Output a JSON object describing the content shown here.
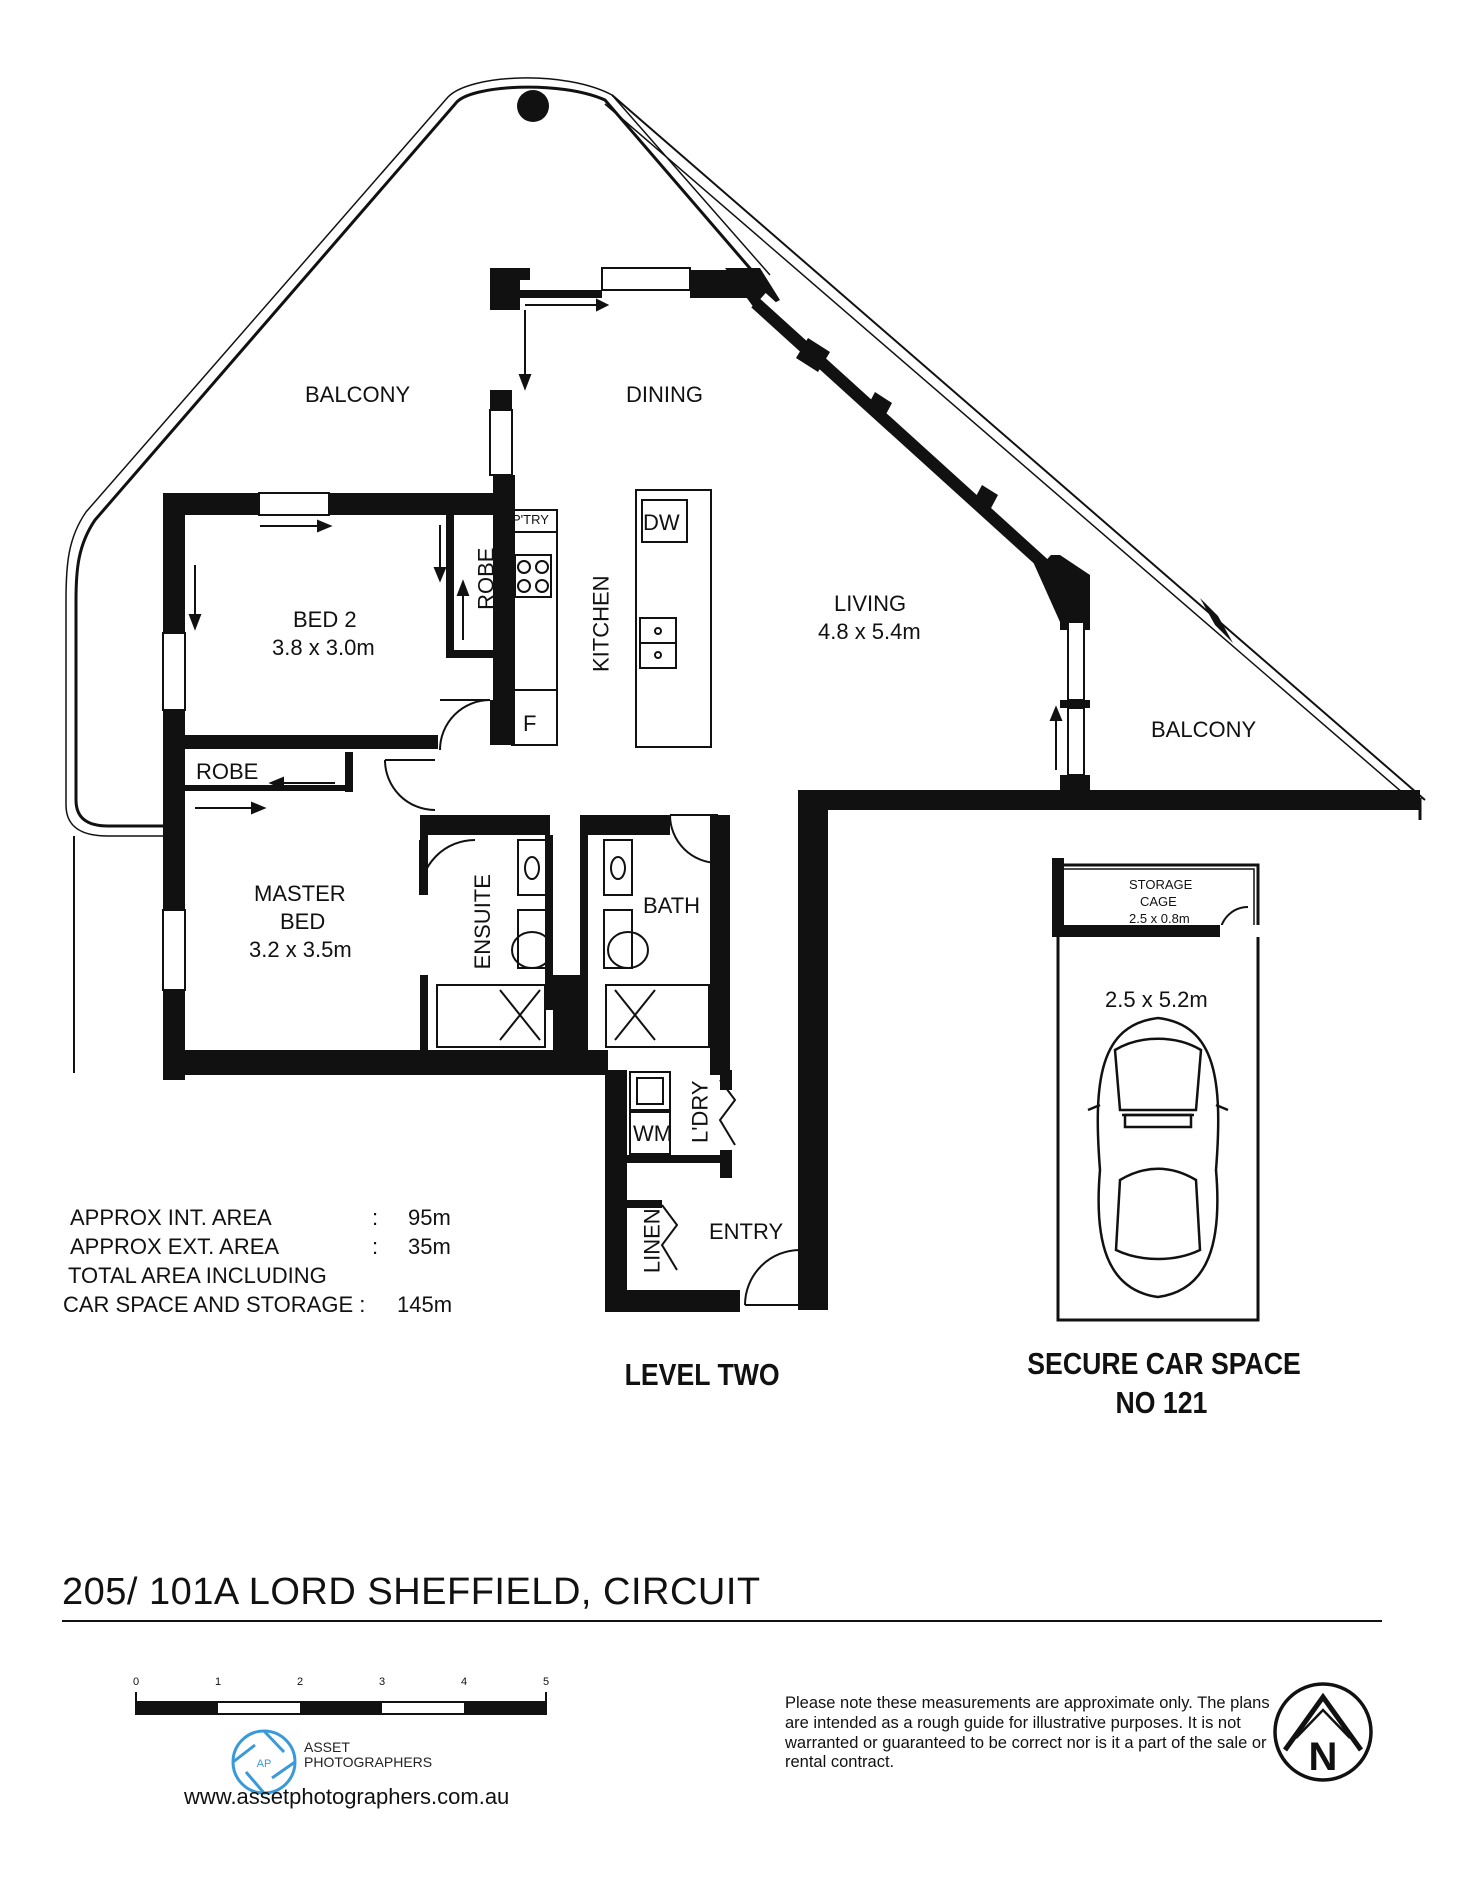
{
  "rooms": {
    "balcony_west": "BALCONY",
    "dining": "DINING",
    "pantry": "P'TRY",
    "dishwasher": "DW",
    "robe_bed2": "ROBE",
    "kitchen": "KITCHEN",
    "bed2_name": "BED 2",
    "bed2_size": "3.8 x 3.0m",
    "living_name": "LIVING",
    "living_size": "4.8 x 5.4m",
    "fridge": "F",
    "balcony_east": "BALCONY",
    "robe_master": "ROBE",
    "master_name_1": "MASTER",
    "master_name_2": "BED",
    "master_size": "3.2 x 3.5m",
    "ensuite": "ENSUITE",
    "bath": "BATH",
    "laundry": "L'DRY",
    "washing_machine": "WM",
    "linen": "LINEN",
    "entry": "ENTRY",
    "storage_1": "STORAGE",
    "storage_2": "CAGE",
    "storage_size": "2.5 x 0.8m",
    "car_space_size": "2.5 x 5.2m"
  },
  "headings": {
    "level": "LEVEL TWO",
    "car_space_1": "SECURE CAR SPACE",
    "car_space_2": "NO 121"
  },
  "areas": [
    {
      "label": "APPROX INT. AREA",
      "sep": ":",
      "value": "95m"
    },
    {
      "label": "APPROX EXT. AREA",
      "sep": ":",
      "value": "35m"
    },
    {
      "label": "TOTAL AREA INCLUDING",
      "sep": "",
      "value": ""
    },
    {
      "label": "CAR SPACE AND STORAGE :",
      "sep": "",
      "value": "145m"
    }
  ],
  "address": "205/ 101A LORD SHEFFIELD, CIRCUIT",
  "scale_ticks": [
    "0",
    "1",
    "2",
    "3",
    "4",
    "5"
  ],
  "disclaimer": "Please note these measurements are approximate only. The plans are intended as a rough guide for illustrative purposes. It is not warranted or guaranteed to be correct nor is it a part of the sale or rental contract.",
  "brand": {
    "logo_text": "AP",
    "name_line1": "ASSET",
    "name_line2": "PHOTOGRAPHERS",
    "website": "www.assetphotographers.com.au"
  },
  "compass": {
    "letter": "N",
    "icon": "north-arrow-icon"
  },
  "colors": {
    "wall": "#111111",
    "paper": "#ffffff",
    "logo": "#3a9ad9"
  }
}
